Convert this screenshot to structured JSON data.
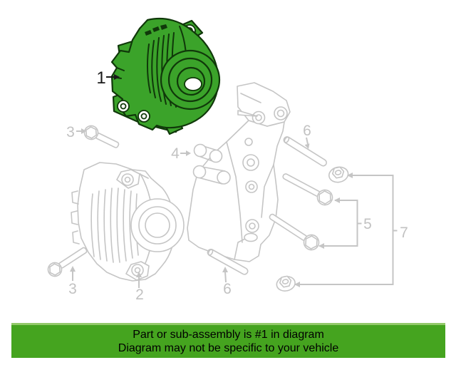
{
  "callouts": {
    "c1": "1",
    "c2": "2",
    "c3": "3",
    "c4": "4",
    "c5": "5",
    "c6": "6",
    "c7": "7"
  },
  "banner": {
    "line1": "Part or sub-assembly is #1 in diagram",
    "line2": "Diagram may not be specific to your vehicle",
    "background": "#45a41f",
    "top_stripe": "#93c96a",
    "text_color": "#000000"
  },
  "colors": {
    "highlight_green": "#3ba32a",
    "highlight_outline": "#10380a",
    "line_art_gray": "#c5c5c5",
    "callout_label_gray": "#c2c2c2",
    "callout_label_black": "#1a1a1a",
    "page_background": "#ffffff"
  }
}
